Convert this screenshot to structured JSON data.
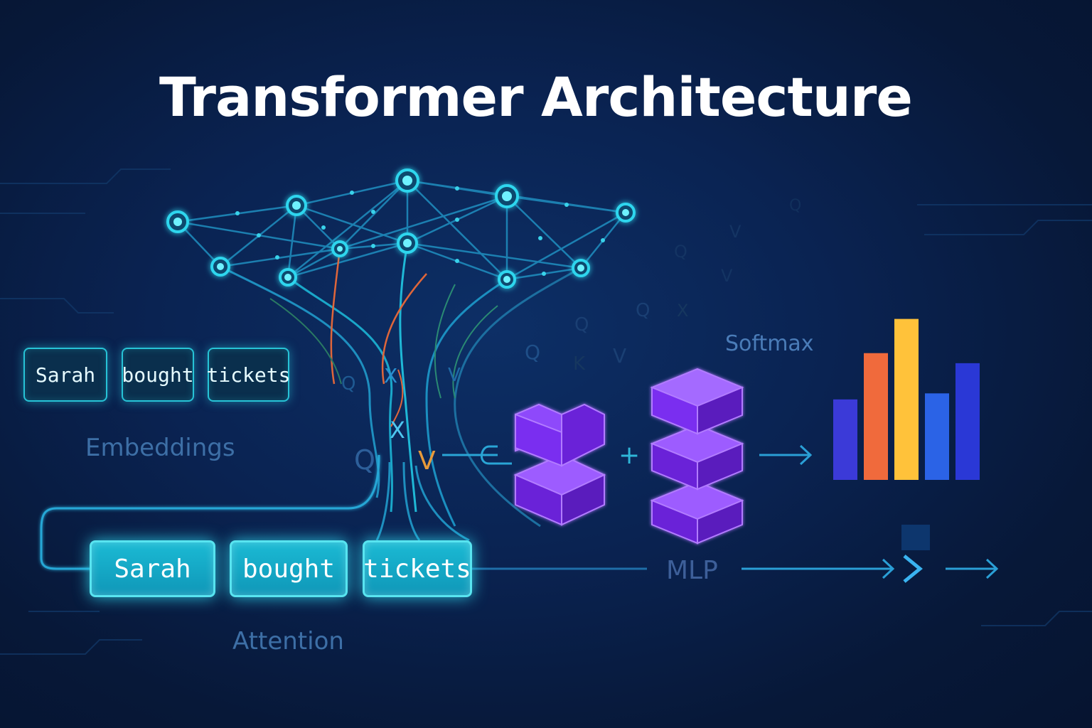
{
  "title": "Transformer Architecture",
  "tokens_top": [
    "Sarah",
    "bought",
    "tickets"
  ],
  "tokens_bottom": [
    "Sarah",
    "bought",
    "tickets"
  ],
  "labels": {
    "embeddings": "Embeddings",
    "attention": "Attention",
    "softmax": "Softmax",
    "mlp": "MLP"
  },
  "symbols": {
    "q": "Q",
    "k": "K",
    "v": "V",
    "x": "X",
    "plus": "+"
  },
  "colors": {
    "node_cyan": "#2fd6ee",
    "token_cyan": "#1bbad4",
    "cube_purple": "#7b2ff0",
    "attention_orange": "#e0663a",
    "label_blue": "#3d6fa6"
  },
  "softmax_chart": {
    "values": [
      0.4,
      0.63,
      0.8,
      0.43,
      0.58
    ],
    "colors": [
      "#3b3ad8",
      "#f06a3c",
      "#ffc23a",
      "#2b63e6",
      "#2a38d6"
    ]
  }
}
